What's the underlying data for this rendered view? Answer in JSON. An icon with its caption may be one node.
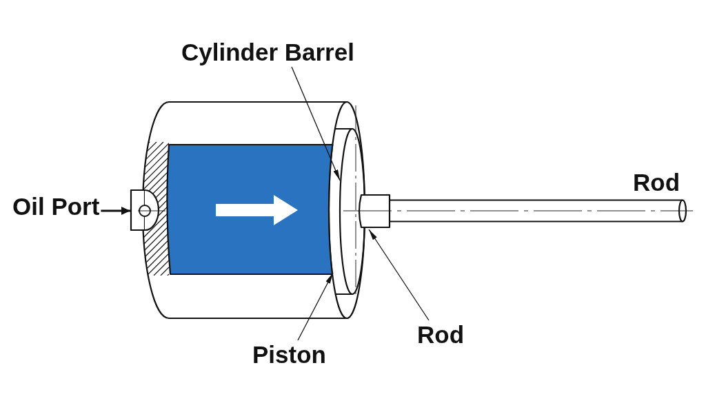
{
  "diagram": {
    "nodes": [
      {
        "text": [
          "Cylinder Barrel"
        ]
      },
      {
        "text": [],
        "shape": "cylinder"
      },
      {
        "text": [
          "Oil Port"
        ]
      },
      {
        "text": [],
        "shape": "box"
      },
      {
        "text": [
          "Rod"
        ]
      },
      {
        "text": [],
        "shape": "cylinder",
        "beside": [
          "Rod"
        ]
      },
      {
        "text": [
          "Piston"
        ]
      },
      {
        "text": [],
        "shape": "box",
        "in": 1
      }
    ],
    "edges": [
      {
        "from": 0,
        "to": 1,
        "arrow": "to"
      },
      {
        "from": 2,
        "to": 3,
        "arrow": "to",
        "style": "thick"
      },
      {
        "from": 4,
        "to": 5,
        "arrow": "to"
      },
      {
        "from": 6,
        "to": 7,
        "arrow": "to"
      }
    ]
  }
}
